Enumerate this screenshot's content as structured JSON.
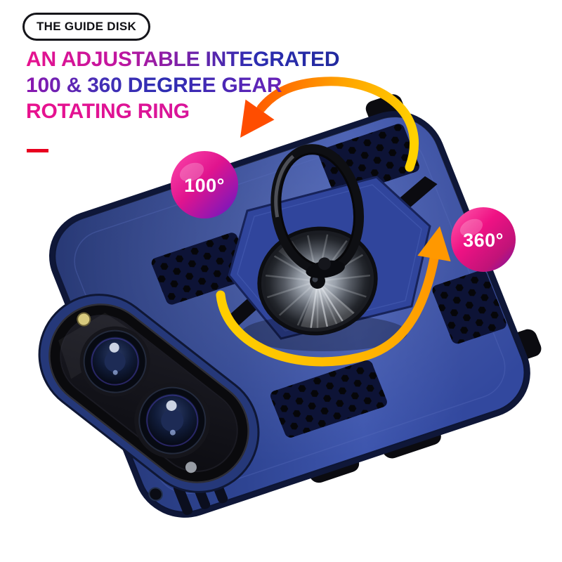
{
  "badge": {
    "label": "THE GUIDE DISK"
  },
  "heading": {
    "line1": "AN ADJUSTABLE INTEGRATED",
    "line2": "100 & 360 DEGREE GEAR",
    "line3": "ROTATING RING"
  },
  "callouts": {
    "ring_rotation": {
      "label": "100°"
    },
    "base_rotation": {
      "label": "360°"
    }
  },
  "colors": {
    "pink": "#e8128e",
    "blue": "#2d2db2",
    "red": "#e8001f",
    "case-navy": "#2e4492",
    "arrow-yellow": "#ffd200",
    "arrow-orange": "#ff5a00",
    "badge-pink": "#ff47aa",
    "badge-purple": "#6417c6"
  }
}
